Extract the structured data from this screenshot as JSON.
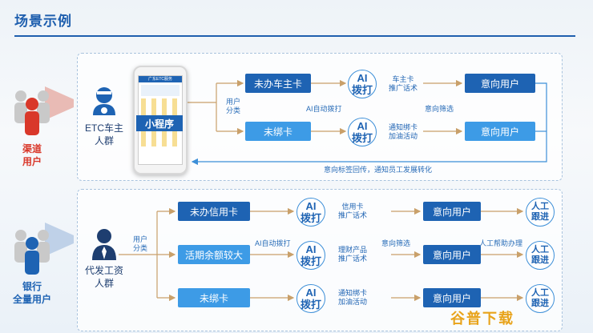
{
  "title": "场景示例",
  "top": {
    "side_label": "渠道\n用户",
    "group_label": "ETC车主\n人群",
    "app_tag": "小程序",
    "phone_header": "广东ETC服务",
    "branch_label": "用户\n分类",
    "rows": [
      {
        "box": "未办车主卡",
        "ai": "AI\n拨打",
        "ai_text": "车主卡\n推广话术",
        "result": "意向用户"
      },
      {
        "box": "未绑卡",
        "ai": "AI\n拨打",
        "ai_text": "通知绑卡\n加油活动",
        "result": "意向用户"
      }
    ],
    "mid_left": "AI自动拨打",
    "mid_right": "意向筛选",
    "feedback": "意向标签回传，通知员工发展转化"
  },
  "bottom": {
    "side_label": "银行\n全量用户",
    "group_label": "代发工资\n人群",
    "branch_label": "用户\n分类",
    "rows": [
      {
        "box": "未办信用卡",
        "ai": "AI\n拨打",
        "ai_text": "信用卡\n推广话术",
        "result": "意向用户",
        "final": "人工\n跟进"
      },
      {
        "box": "活期余额较大",
        "ai": "AI\n拨打",
        "ai_text": "理财产品\n推广话术",
        "result": "意向用户",
        "final": "人工\n跟进"
      },
      {
        "box": "未绑卡",
        "ai": "AI\n拨打",
        "ai_text": "通知绑卡\n加油活动",
        "result": "意向用户",
        "final": "人工\n跟进"
      }
    ],
    "mid_left": "AI自动拨打",
    "mid_right": "意向筛选",
    "mid_far": "人工帮助办理"
  },
  "watermark": "谷普下载",
  "colors": {
    "dark_blue": "#1e63b3",
    "light_blue": "#3d9be6",
    "accent_red": "#d9382a",
    "title_blue": "#1f5fae"
  }
}
